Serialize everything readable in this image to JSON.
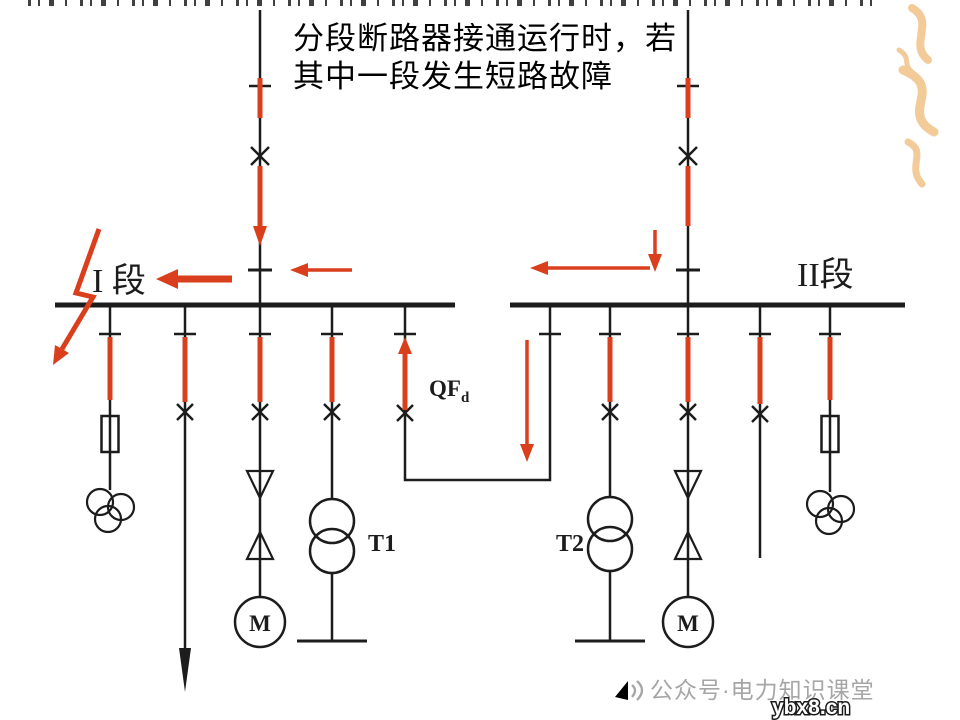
{
  "colors": {
    "line_black": "#1c1c1c",
    "fault_red": "#d93f1c",
    "decor_orange": "#f1c68e",
    "watermark_gray": "#a6a6a6"
  },
  "annotation": {
    "line1": "分段断路器接通运行时，若",
    "line2": "其中一段发生短路故障"
  },
  "bus_sections": {
    "left_label": "I 段",
    "right_label": "II段"
  },
  "device_labels": {
    "tie_breaker_main": "QF",
    "tie_breaker_sub": "d",
    "transformer_left": "T1",
    "transformer_right": "T2",
    "motor_left": "M",
    "motor_right": "M"
  },
  "watermark": {
    "account": "公众号·电力知识课堂",
    "site": "ybx8.cn"
  }
}
